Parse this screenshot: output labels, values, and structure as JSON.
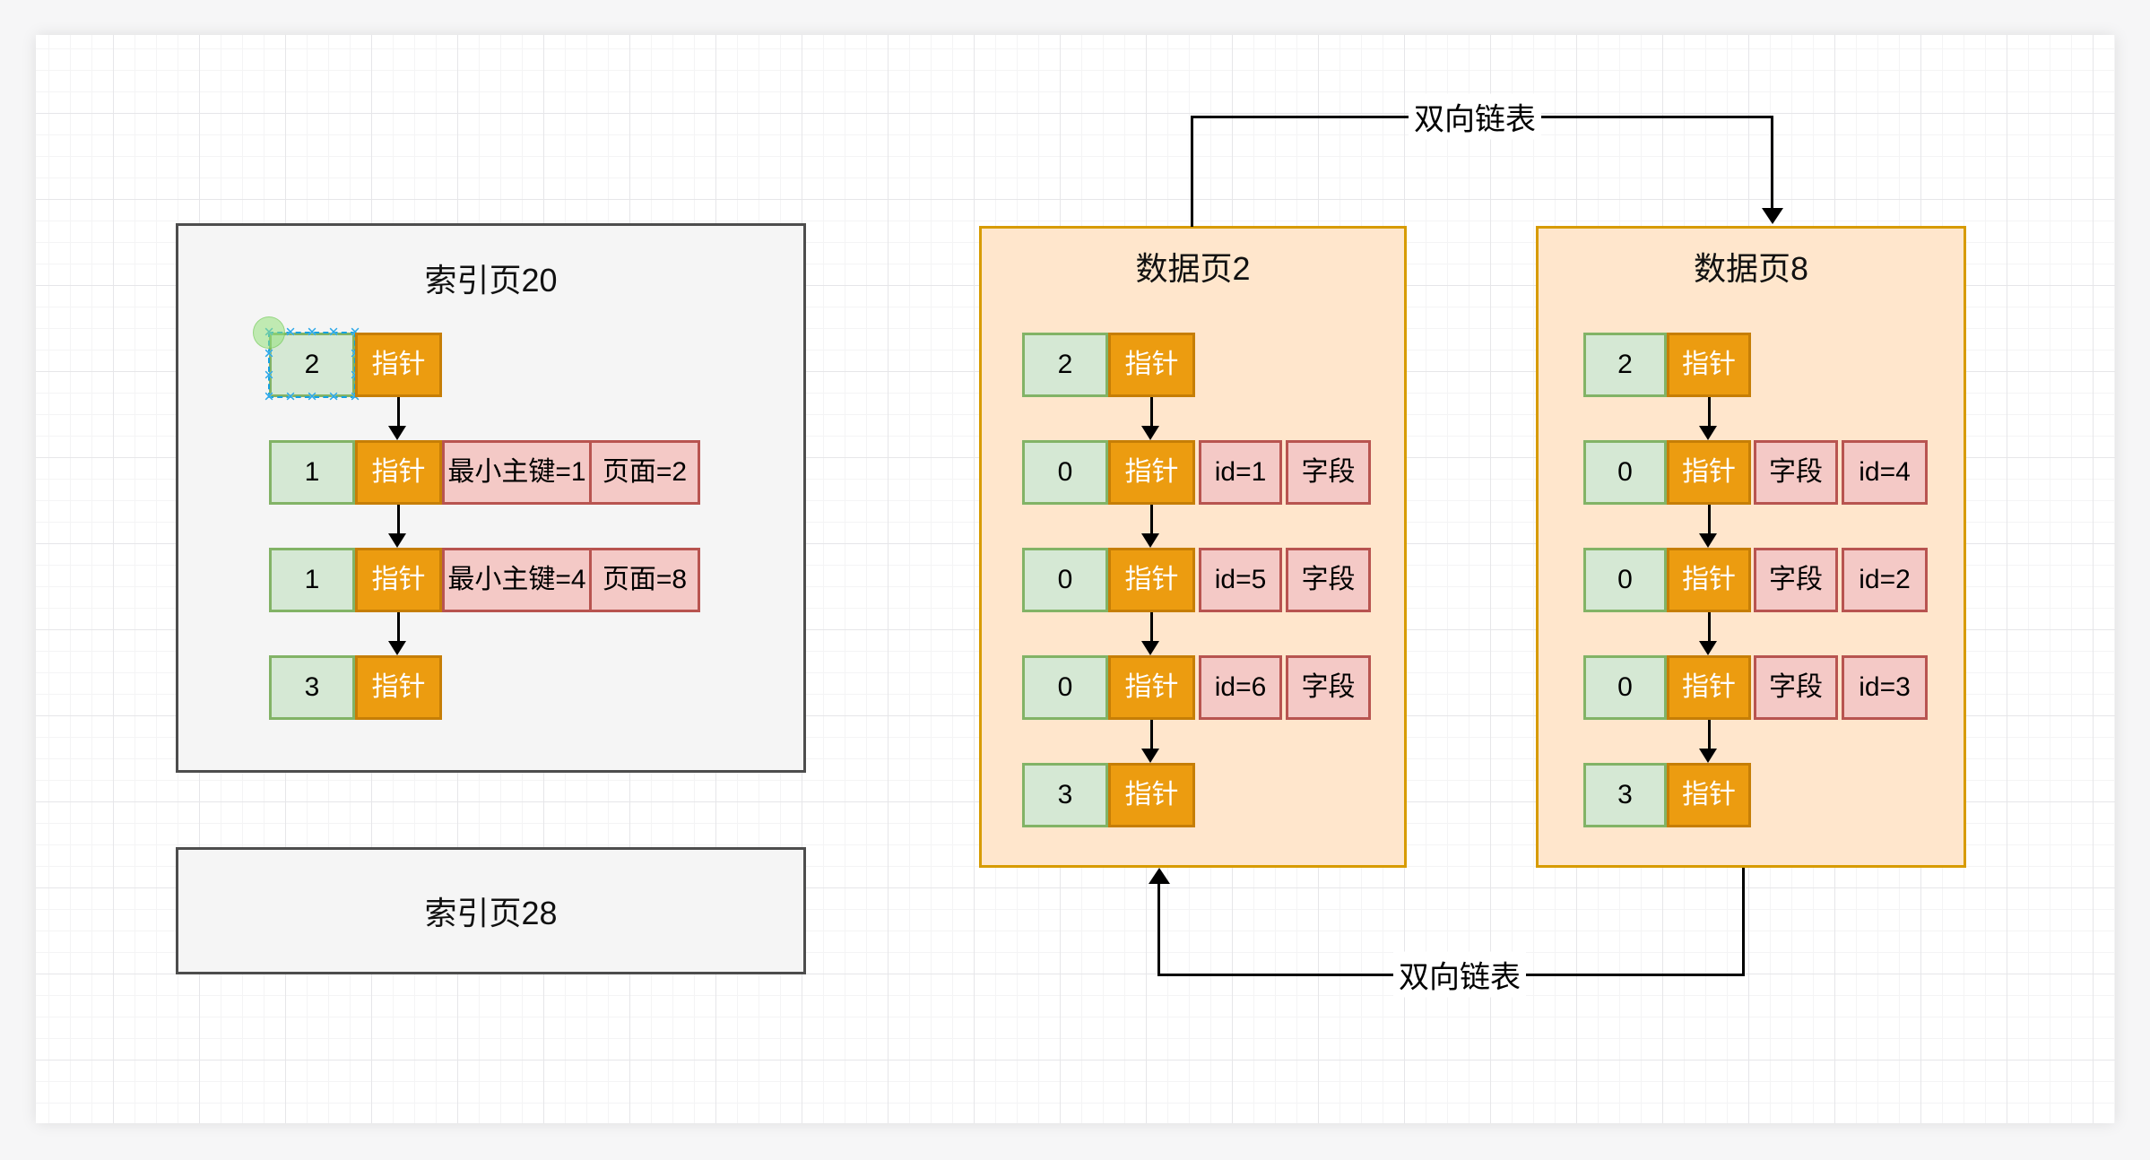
{
  "labels": {
    "top_link": "双向链表",
    "bottom_link": "双向链表"
  },
  "connectors": {
    "top": {
      "label": "双向链表",
      "from": "data_page_2",
      "to": "data_page_8"
    },
    "bottom": {
      "label": "双向链表",
      "from": "data_page_8",
      "to": "data_page_2"
    }
  },
  "boxes": {
    "index_page_20": {
      "title": "索引页20",
      "rows": [
        {
          "cells": [
            {
              "type": "key",
              "text": "2",
              "selected": true
            },
            {
              "type": "ptr",
              "text": "指针"
            }
          ]
        },
        {
          "cells": [
            {
              "type": "key",
              "text": "1"
            },
            {
              "type": "ptr",
              "text": "指针"
            },
            {
              "type": "attr",
              "text": "最小主键=1"
            },
            {
              "type": "attr",
              "text": "页面=2"
            }
          ]
        },
        {
          "cells": [
            {
              "type": "key",
              "text": "1"
            },
            {
              "type": "ptr",
              "text": "指针"
            },
            {
              "type": "attr",
              "text": "最小主键=4"
            },
            {
              "type": "attr",
              "text": "页面=8"
            }
          ]
        },
        {
          "cells": [
            {
              "type": "key",
              "text": "3"
            },
            {
              "type": "ptr",
              "text": "指针"
            }
          ]
        }
      ]
    },
    "index_page_28": {
      "title": "索引页28",
      "rows": []
    },
    "data_page_2": {
      "title": "数据页2",
      "rows": [
        {
          "cells": [
            {
              "type": "key",
              "text": "2"
            },
            {
              "type": "ptr",
              "text": "指针"
            }
          ]
        },
        {
          "cells": [
            {
              "type": "key",
              "text": "0"
            },
            {
              "type": "ptr",
              "text": "指针"
            },
            {
              "type": "attr",
              "text": "id=1"
            },
            {
              "type": "attr",
              "text": "字段"
            }
          ]
        },
        {
          "cells": [
            {
              "type": "key",
              "text": "0"
            },
            {
              "type": "ptr",
              "text": "指针"
            },
            {
              "type": "attr",
              "text": "id=5"
            },
            {
              "type": "attr",
              "text": "字段"
            }
          ]
        },
        {
          "cells": [
            {
              "type": "key",
              "text": "0"
            },
            {
              "type": "ptr",
              "text": "指针"
            },
            {
              "type": "attr",
              "text": "id=6"
            },
            {
              "type": "attr",
              "text": "字段"
            }
          ]
        },
        {
          "cells": [
            {
              "type": "key",
              "text": "3"
            },
            {
              "type": "ptr",
              "text": "指针"
            }
          ]
        }
      ]
    },
    "data_page_8": {
      "title": "数据页8",
      "rows": [
        {
          "cells": [
            {
              "type": "key",
              "text": "2"
            },
            {
              "type": "ptr",
              "text": "指针"
            }
          ]
        },
        {
          "cells": [
            {
              "type": "key",
              "text": "0"
            },
            {
              "type": "ptr",
              "text": "指针"
            },
            {
              "type": "attr",
              "text": "字段"
            },
            {
              "type": "attr",
              "text": "id=4"
            }
          ]
        },
        {
          "cells": [
            {
              "type": "key",
              "text": "0"
            },
            {
              "type": "ptr",
              "text": "指针"
            },
            {
              "type": "attr",
              "text": "字段"
            },
            {
              "type": "attr",
              "text": "id=2"
            }
          ]
        },
        {
          "cells": [
            {
              "type": "key",
              "text": "0"
            },
            {
              "type": "ptr",
              "text": "指针"
            },
            {
              "type": "attr",
              "text": "字段"
            },
            {
              "type": "attr",
              "text": "id=3"
            }
          ]
        },
        {
          "cells": [
            {
              "type": "key",
              "text": "3"
            },
            {
              "type": "ptr",
              "text": "指针"
            }
          ]
        }
      ]
    }
  },
  "colors": {
    "key_cell_fill": "#d5e8d4",
    "key_cell_border": "#82b366",
    "pointer_cell_fill": "#ec9c10",
    "pointer_cell_border": "#c67e06",
    "attr_cell_fill": "#f4c9c6",
    "attr_cell_border": "#b85450",
    "index_box_fill": "#f5f5f5",
    "index_box_border": "#4d4d4d",
    "data_box_fill": "#ffe6cc",
    "data_box_border": "#d79b00",
    "connector": "#000000",
    "selection_handle": "#2aa7e8",
    "endpoint_handle": "#94e07a"
  }
}
